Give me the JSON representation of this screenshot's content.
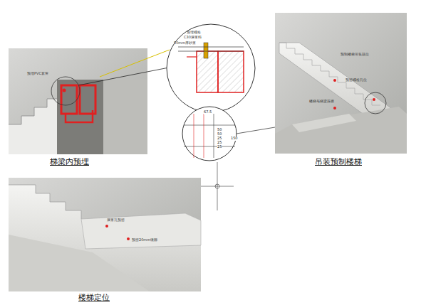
{
  "diagram": {
    "labels": [
      "梯梁内预埋",
      "吊装预制楼梯",
      "楼梯定位",
      "预埋PVC套管",
      "预制楼梯吊装就位",
      "预留螺栓孔位",
      "楼梯与梯梁连接",
      "灌浆孔预留",
      "预留20mm缝隙",
      "预埋螺栓",
      "C30灌浆料",
      "50mm厚砂浆",
      "67.5",
      "50",
      "50",
      "25",
      "25",
      "25",
      "150"
    ]
  }
}
